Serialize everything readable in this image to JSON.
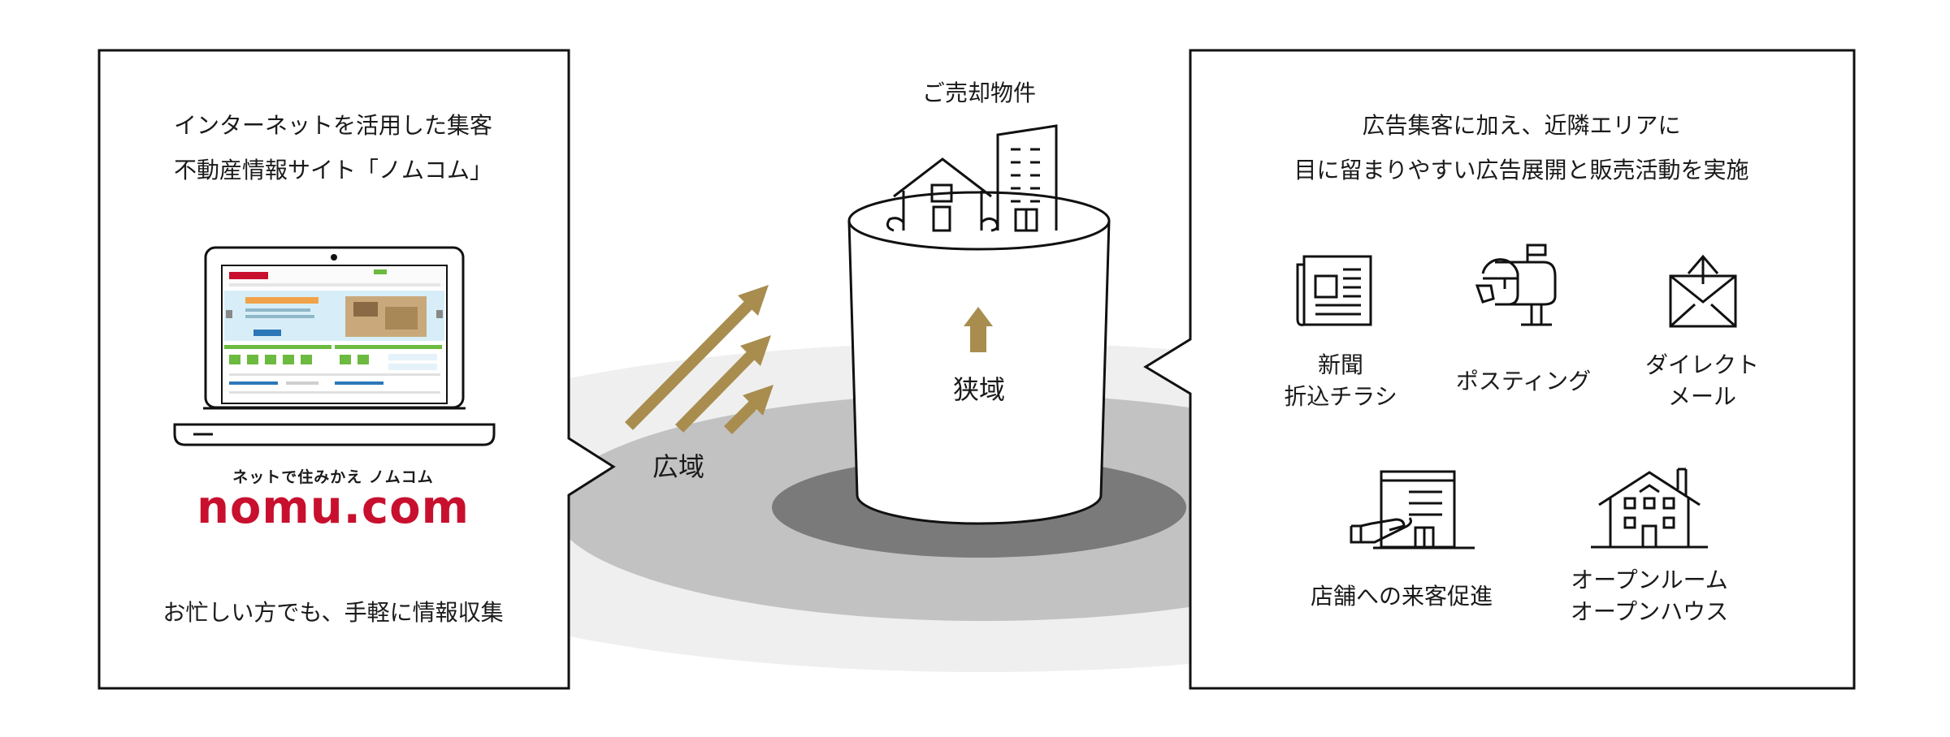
{
  "left_panel": {
    "line1": "インターネットを活用した集客",
    "line2": "不動産情報サイト「ノムコム」",
    "brand_tagline": "ネットで住みかえ ノムコム",
    "brand_logo": "nomu.com",
    "footer": "お忙しい方でも、手軽に情報収集"
  },
  "center": {
    "property_label": "ご売却物件",
    "narrow_label": "狭域",
    "wide_label": "広域"
  },
  "right_panel": {
    "line1": "広告集客に加え、近隣エリアに",
    "line2": "目に留まりやすい広告展開と販売活動を実施",
    "items": [
      {
        "label": "新聞\n折込チラシ",
        "icon": "newspaper-icon"
      },
      {
        "label": "ポスティング",
        "icon": "mailbox-icon"
      },
      {
        "label": "ダイレクト\nメール",
        "icon": "direct-mail-icon"
      },
      {
        "label": "店舗への来客促進",
        "icon": "store-icon"
      },
      {
        "label": "オープンルーム\nオープンハウス",
        "icon": "house-icon"
      }
    ]
  },
  "colors": {
    "gold": "#a88d4f",
    "brand_red": "#c8102e",
    "ring_outer": "#efefef",
    "ring_middle": "#c2c2c2",
    "ring_inner": "#7a7a7a",
    "stroke": "#111111"
  }
}
